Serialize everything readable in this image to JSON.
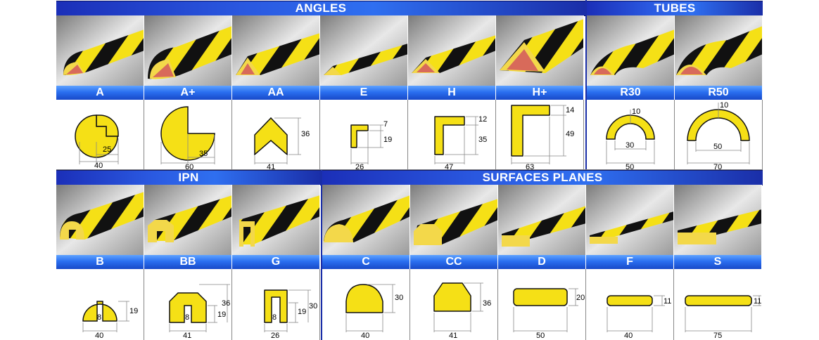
{
  "sections": {
    "angles": "ANGLES",
    "tubes": "TUBES",
    "ipn": "IPN",
    "surfaces": "SURFACES PLANES"
  },
  "row1": [
    {
      "code": "A",
      "dims": [
        "25",
        "40"
      ]
    },
    {
      "code": "A+",
      "dims": [
        "35",
        "60"
      ]
    },
    {
      "code": "AA",
      "dims": [
        "36",
        "41"
      ]
    },
    {
      "code": "E",
      "dims": [
        "7",
        "19",
        "26"
      ]
    },
    {
      "code": "H",
      "dims": [
        "12",
        "35",
        "47"
      ]
    },
    {
      "code": "H+",
      "dims": [
        "14",
        "49",
        "63"
      ]
    },
    {
      "code": "R30",
      "dims": [
        "10",
        "30",
        "50"
      ]
    },
    {
      "code": "R50",
      "dims": [
        "10",
        "50",
        "70"
      ]
    }
  ],
  "row2": [
    {
      "code": "B",
      "dims": [
        "8",
        "19",
        "40"
      ]
    },
    {
      "code": "BB",
      "dims": [
        "8",
        "19",
        "36",
        "41"
      ]
    },
    {
      "code": "G",
      "dims": [
        "8",
        "19",
        "30",
        "26"
      ]
    },
    {
      "code": "C",
      "dims": [
        "30",
        "40"
      ]
    },
    {
      "code": "CC",
      "dims": [
        "36",
        "41"
      ]
    },
    {
      "code": "D",
      "dims": [
        "20",
        "50"
      ]
    },
    {
      "code": "F",
      "dims": [
        "11",
        "40"
      ]
    },
    {
      "code": "S",
      "dims": [
        "11",
        "75"
      ]
    }
  ],
  "colors": {
    "yellow": "#f5e016",
    "black": "#111111",
    "header_blue": "#2a58e0",
    "label_blue": "#2a6ff0"
  }
}
